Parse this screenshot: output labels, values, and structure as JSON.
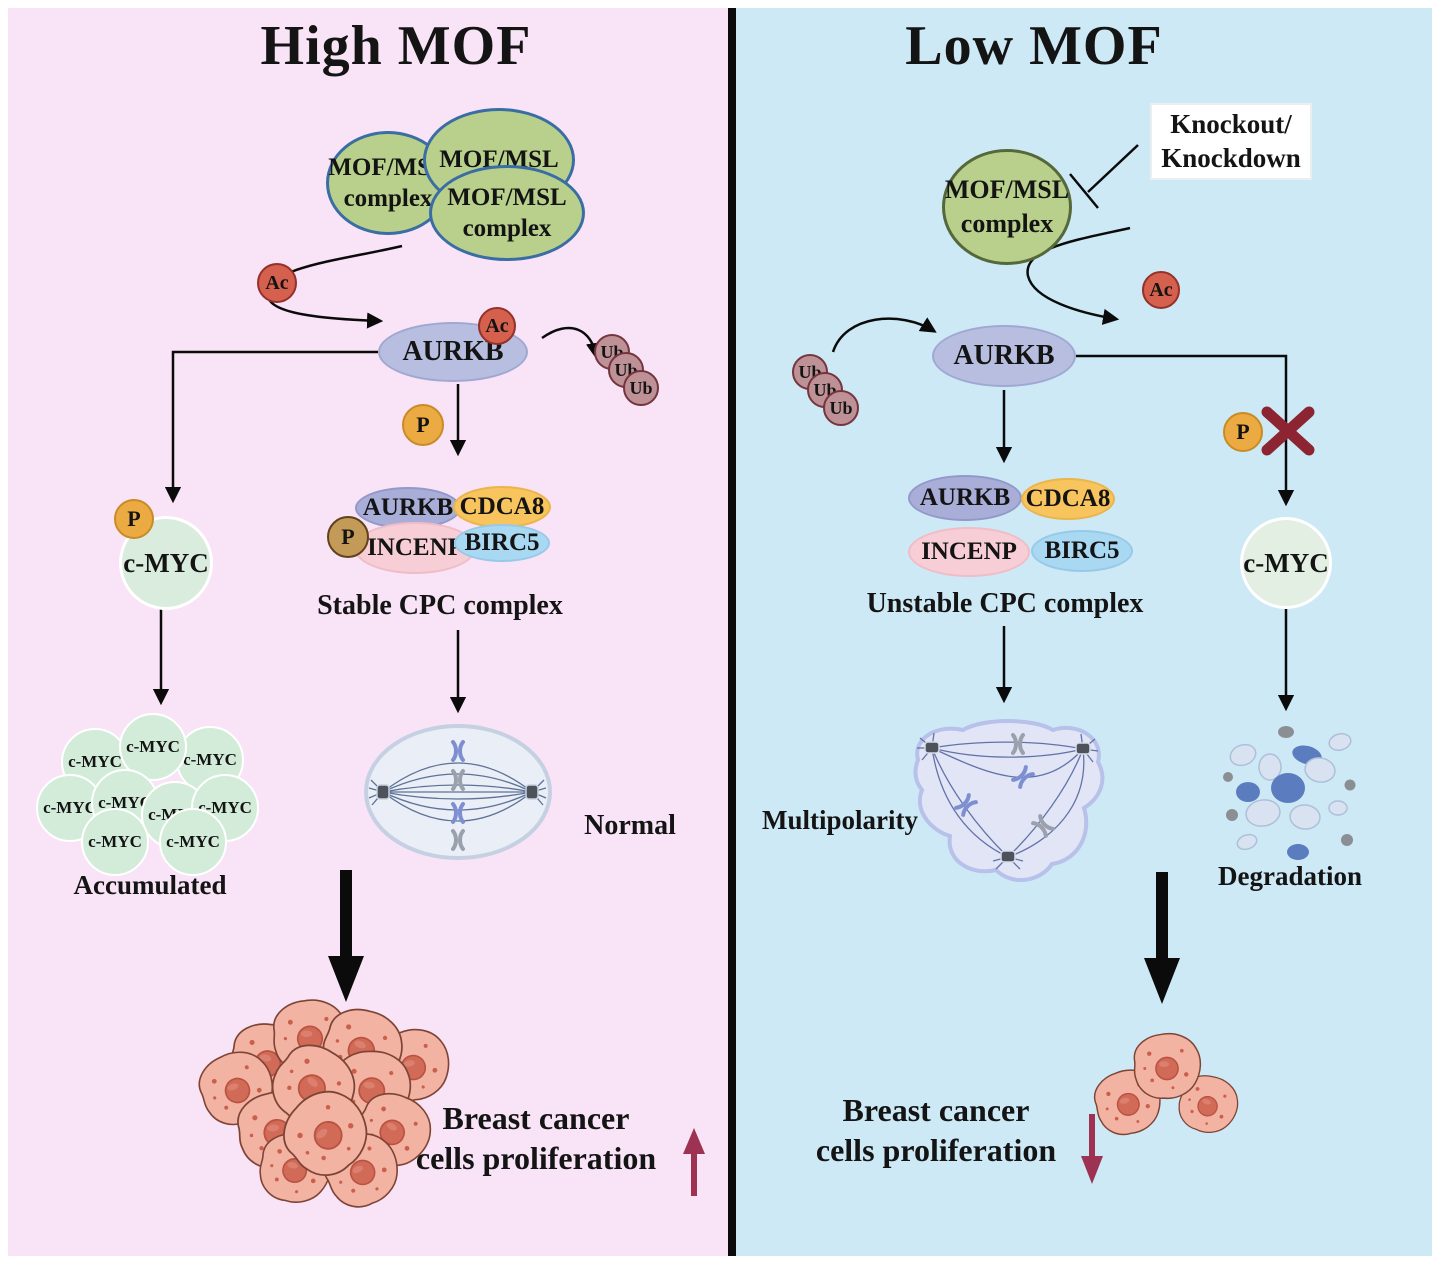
{
  "panels": {
    "left": {
      "title": "High MOF",
      "mof": {
        "line1": "MOF/MSL",
        "line2": "complex"
      },
      "stable_caption": "Stable CPC complex",
      "normal_label": "Normal",
      "accumulated_label": "Accumulated",
      "proliferation": {
        "line1": "Breast cancer",
        "line2": "cells proliferation",
        "direction": "up"
      }
    },
    "right": {
      "title": "Low MOF",
      "knockout": {
        "line1": "Knockout/",
        "line2": "Knockdown"
      },
      "mof": {
        "line1": "MOF/MSL",
        "line2": "complex"
      },
      "unstable_caption": "Unstable CPC complex",
      "multipolarity_label": "Multipolarity",
      "degradation_label": "Degradation",
      "proliferation": {
        "line1": "Breast cancer",
        "line2": "cells proliferation",
        "direction": "down"
      }
    }
  },
  "mol": {
    "aurkb": "AURKB",
    "cdca8": "CDCA8",
    "incenp": "INCENP",
    "birc5": "BIRC5",
    "cmyc": "c-MYC",
    "ac": "Ac",
    "ub": "Ub",
    "p": "P"
  },
  "colors": {
    "left_bg": "#f8e4f6",
    "right_bg": "#cde9f6",
    "mof_green": "#b9d08c",
    "aurkb_purple": "#b7bee0",
    "cdca8_orange": "#f7c45e",
    "incenp_pink": "#f7ced6",
    "birc5_blue": "#a9d8f2",
    "ac_red": "#d5604d",
    "ub_mauve": "#bd9196",
    "p_gold": "#ecaa42",
    "cmyc_green": "#daecdd",
    "cell_salmon": "#f2b3a2",
    "proliferation_arrow_red": "#9e3253",
    "x_mark_red": "#8c2531"
  }
}
